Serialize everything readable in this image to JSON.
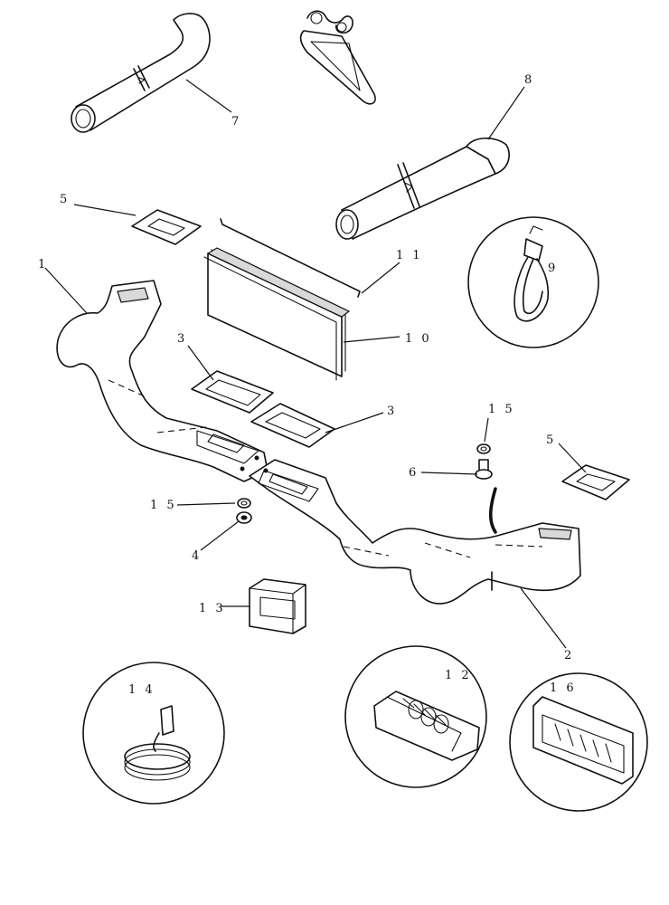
{
  "callouts": [
    {
      "id": "7",
      "text": "7"
    },
    {
      "id": "8",
      "text": "8"
    },
    {
      "id": "5a",
      "text": "5"
    },
    {
      "id": "11",
      "text": "1 1"
    },
    {
      "id": "1",
      "text": "1"
    },
    {
      "id": "9",
      "text": "9"
    },
    {
      "id": "10",
      "text": "1 0"
    },
    {
      "id": "3a",
      "text": "3"
    },
    {
      "id": "3b",
      "text": "3"
    },
    {
      "id": "15a",
      "text": "1 5"
    },
    {
      "id": "5b",
      "text": "5"
    },
    {
      "id": "6",
      "text": "6"
    },
    {
      "id": "15b",
      "text": "1 5"
    },
    {
      "id": "4",
      "text": "4"
    },
    {
      "id": "13",
      "text": "1 3"
    },
    {
      "id": "2",
      "text": "2"
    },
    {
      "id": "14",
      "text": "1 4"
    },
    {
      "id": "12",
      "text": "1 2"
    },
    {
      "id": "16",
      "text": "1 6"
    }
  ]
}
